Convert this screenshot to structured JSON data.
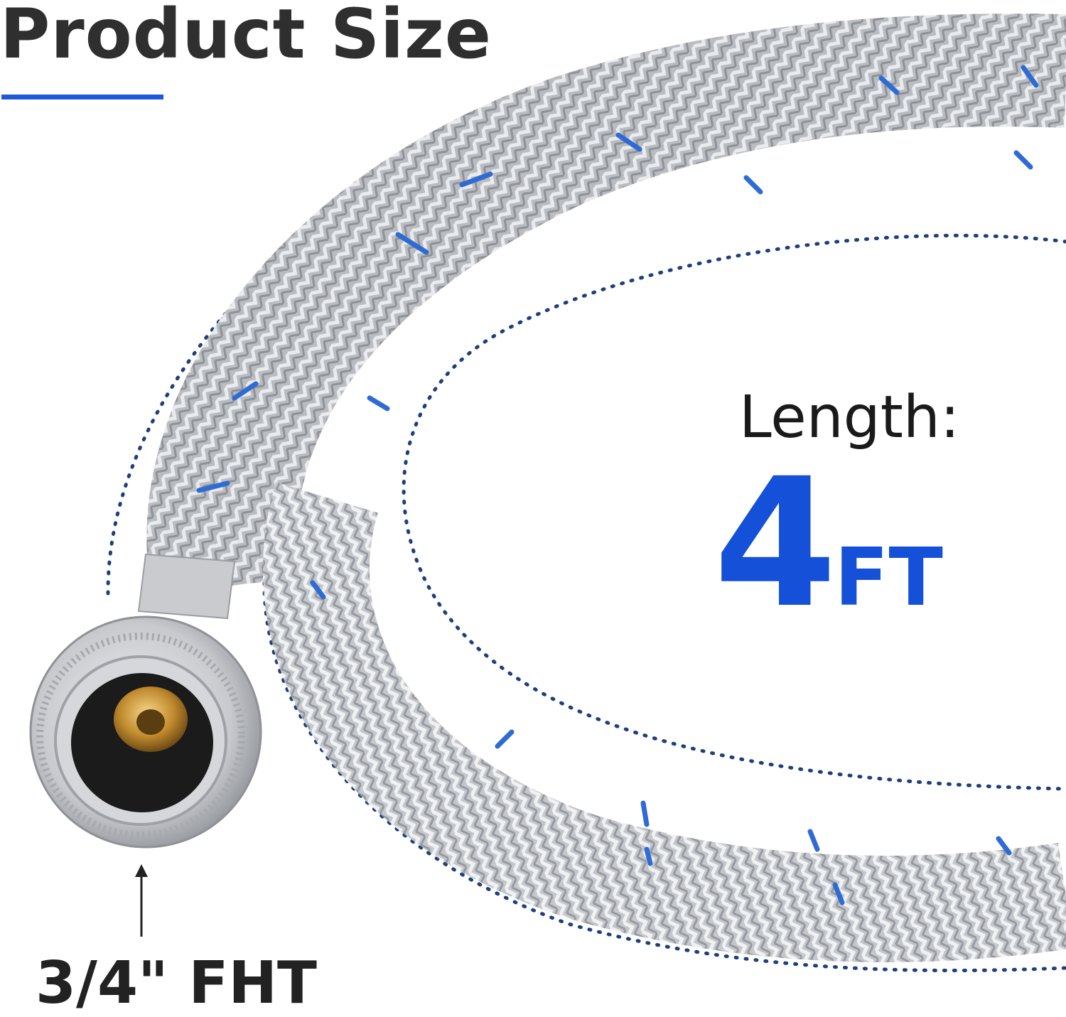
{
  "header": {
    "title": "Product Size"
  },
  "length": {
    "label": "Length:",
    "value": "4",
    "unit": "FT"
  },
  "connector": {
    "label": "3/4\" FHT"
  },
  "colors": {
    "accent_blue": "#1550d9",
    "underline_blue": "#1f59d8",
    "dotted_navy": "#1e3f7a",
    "title_gray": "#2f2f2f"
  },
  "icons": {
    "arrow": "arrow-up-icon"
  }
}
